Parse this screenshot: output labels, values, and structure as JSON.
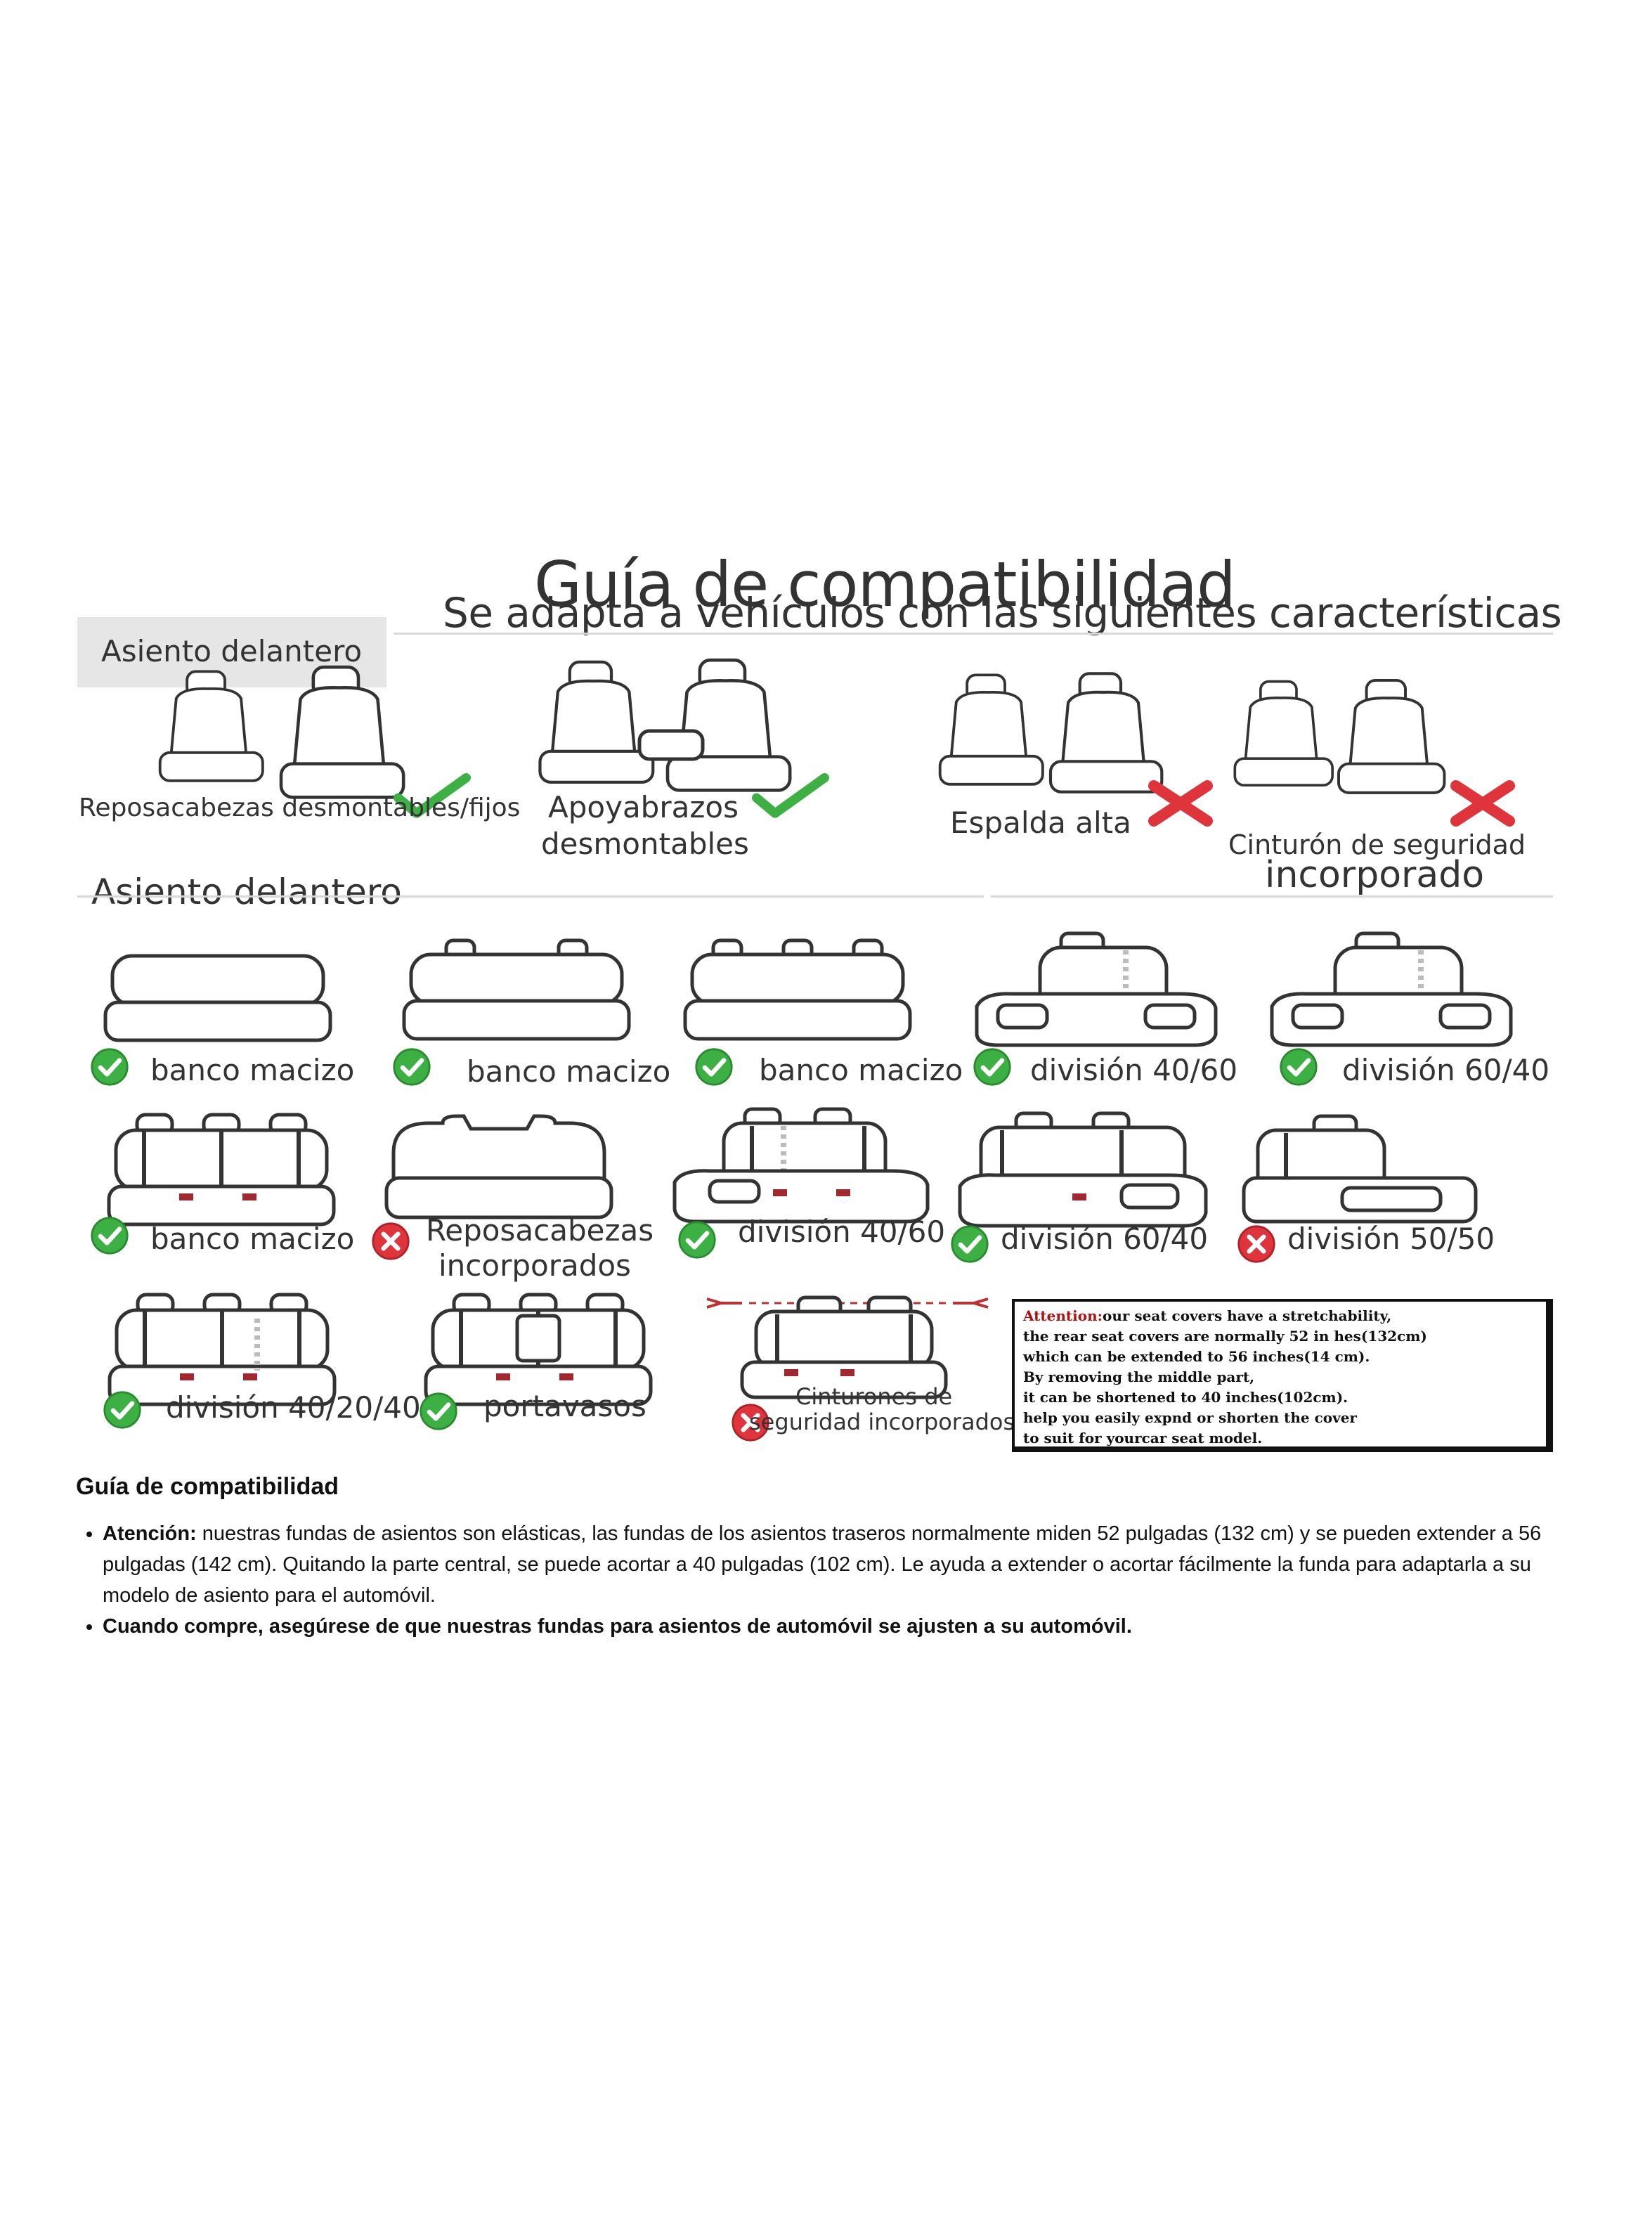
{
  "header": {
    "title": "Guía de compatibilidad",
    "subtitle": "Se adapta a vehículos con las siguientes características"
  },
  "front_section": {
    "heading": "Asiento delantero",
    "items": [
      {
        "label": "Reposacabezas desmontables/fijos",
        "status": "compatible"
      },
      {
        "label_line1": "Apoyabrazos",
        "label_line2": "desmontables",
        "status": "compatible"
      },
      {
        "label": "Espalda alta",
        "status": "incompatible"
      },
      {
        "label_line1": "Cinturón de seguridad",
        "label_line2": "incorporado",
        "status": "incompatible"
      }
    ]
  },
  "rear_section": {
    "heading": "Asiento delantero",
    "row1": [
      {
        "label": "banco macizo",
        "status": "compatible"
      },
      {
        "label": "banco macizo",
        "status": "compatible"
      },
      {
        "label": "banco macizo",
        "status": "compatible"
      },
      {
        "label": "división 40/60",
        "status": "compatible"
      },
      {
        "label": "división 60/40",
        "status": "compatible"
      }
    ],
    "row2": [
      {
        "label": "banco macizo",
        "status": "compatible"
      },
      {
        "label_line1": "Reposacabezas",
        "label_line2": "incorporados",
        "status": "incompatible"
      },
      {
        "label": "división 40/60",
        "status": "compatible"
      },
      {
        "label": "división 60/40",
        "status": "compatible"
      },
      {
        "label": "división 50/50",
        "status": "incompatible"
      }
    ],
    "row3": [
      {
        "label": "división 40/20/40",
        "status": "compatible"
      },
      {
        "label": "portavasos",
        "status": "compatible"
      },
      {
        "label_line1": "Cinturones de",
        "label_line2": "seguridad incorporados",
        "status": "incompatible"
      }
    ]
  },
  "attention": {
    "prefix": "Attention:",
    "line1": "our seat covers have a stretchability,",
    "line2": "the rear seat covers are normally 52 in  hes(132cm)",
    "line3": "which can be extended to 56 inches(14  cm).",
    "line4": "By removing the middle part,",
    "line5": "it can be shortened to 40 inches(102cm).",
    "line6": "help you easily expnd or shorten the cover",
    "line7": "to suit for yourcar seat model."
  },
  "description": {
    "heading": "Guía de compatibilidad",
    "bullet1_bold": "Atención:",
    "bullet1_text": " nuestras fundas de asientos son elásticas, las fundas de los asientos traseros normalmente miden 52 pulgadas (132 cm) y se pueden extender a 56 pulgadas (142 cm). Quitando la parte central, se puede acortar a 40 pulgadas (102 cm). Le ayuda a extender o acortar fácilmente la funda para adaptarla a su modelo de asiento para el automóvil.",
    "bullet2_bold": "Cuando compre, asegúrese de que nuestras fundas para asientos de automóvil se ajusten a su automóvil."
  },
  "colors": {
    "check_green": "#3cb043",
    "cross_red": "#e0343c",
    "line_art": "#333333"
  }
}
